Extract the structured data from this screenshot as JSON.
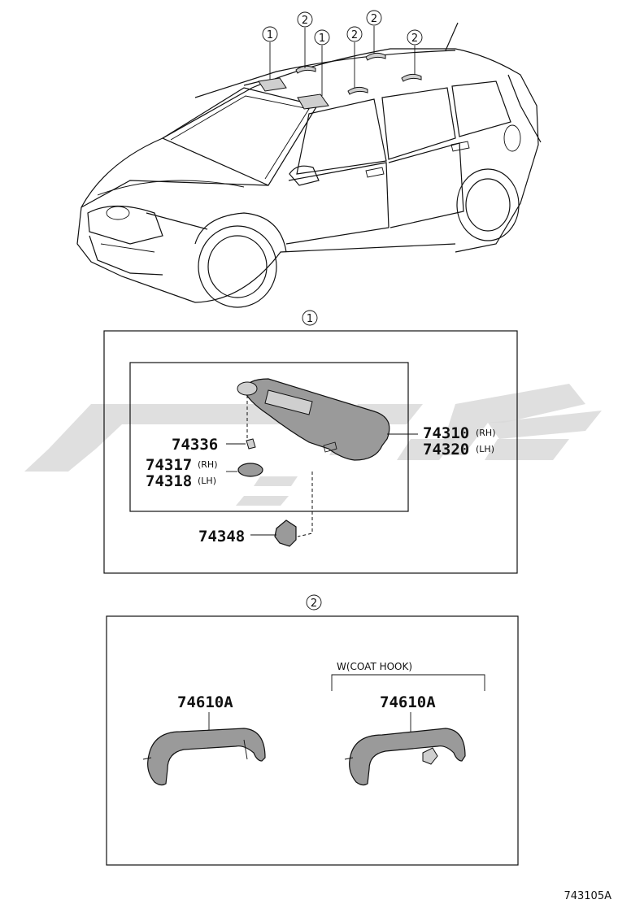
{
  "overview": {
    "callouts": [
      {
        "id": "c1",
        "label": "1"
      },
      {
        "id": "c2",
        "label": "2"
      },
      {
        "id": "c3",
        "label": "1"
      },
      {
        "id": "c4",
        "label": "2"
      },
      {
        "id": "c5",
        "label": "2"
      },
      {
        "id": "c6",
        "label": "2"
      }
    ]
  },
  "section1": {
    "header": "1",
    "parts": {
      "p74336": "74336",
      "p74317": "74317",
      "p74317_variant": "(RH)",
      "p74318": "74318",
      "p74318_variant": "(LH)",
      "p74348": "74348",
      "p74310": "74310",
      "p74310_variant": "(RH)",
      "p74320": "74320",
      "p74320_variant": "(LH)"
    }
  },
  "section2": {
    "header": "2",
    "note": "W(COAT HOOK)",
    "part_left": "74610A",
    "part_right": "74610A"
  },
  "diagram_code": "743105A"
}
